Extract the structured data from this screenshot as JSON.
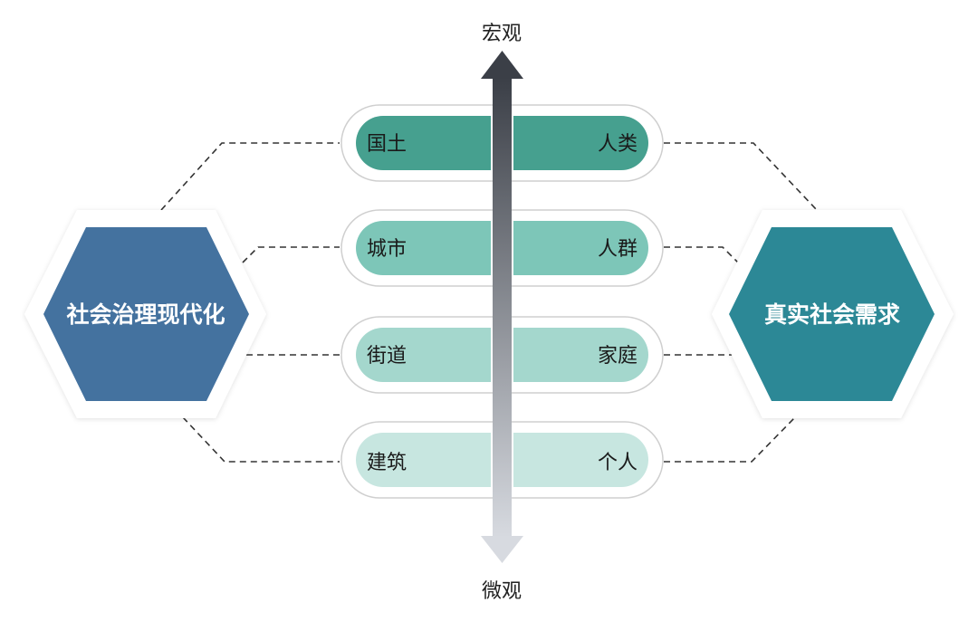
{
  "axis": {
    "top_label": "宏观",
    "bottom_label": "微观"
  },
  "left_hexagon": {
    "label": "社会治理现代化",
    "color": "#44729f"
  },
  "right_hexagon": {
    "label": "真实社会需求",
    "color": "#2c8896"
  },
  "levels": [
    {
      "left": "国土",
      "right": "人类",
      "color": "#46a08f"
    },
    {
      "left": "城市",
      "right": "人群",
      "color": "#7dc6b8"
    },
    {
      "left": "街道",
      "right": "家庭",
      "color": "#a4d7cd"
    },
    {
      "left": "建筑",
      "right": "个人",
      "color": "#c7e6e0"
    }
  ],
  "colors": {
    "axis_top": "#3b3f47",
    "axis_bottom": "#d7dae0",
    "pill_border": "#cfcfcf",
    "connector": "#333333"
  }
}
